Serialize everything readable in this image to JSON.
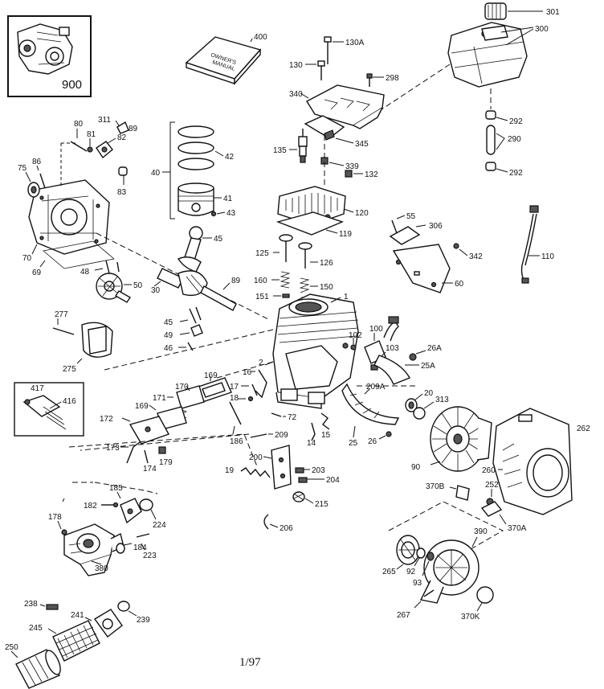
{
  "callouts": {
    "c900": "900",
    "c400": "400",
    "c130A": "130A",
    "c130": "130",
    "c298": "298",
    "c301": "301",
    "c300": "300",
    "c340": "340",
    "c345": "345",
    "c292a": "292",
    "c290": "290",
    "c292b": "292",
    "c80": "80",
    "c311": "311",
    "c81": "81",
    "c82": "82",
    "c75": "75",
    "c86": "86",
    "c83": "83",
    "c70": "70",
    "c69": "69",
    "c42": "42",
    "c40": "40",
    "c41": "41",
    "c43": "43",
    "c45a": "45",
    "c135": "135",
    "c339": "339",
    "c132": "132",
    "c120": "120",
    "c119": "119",
    "c125": "125",
    "c126": "126",
    "c160": "160",
    "c150": "150",
    "c151": "151",
    "c1": "1",
    "c55": "55",
    "c306": "306",
    "c342": "342",
    "c60": "60",
    "c110": "110",
    "c48": "48",
    "c50": "50",
    "c30": "30",
    "c89": "89",
    "c45b": "45",
    "c49": "49",
    "c46": "46",
    "c277": "277",
    "c275": "275",
    "c102": "102",
    "c100": "100",
    "c103": "103",
    "c26A": "26A",
    "c25A": "25A",
    "c417": "417",
    "c416": "416",
    "c169a": "169",
    "c170": "170",
    "c171": "171",
    "c169b": "169",
    "c172": "172",
    "c16": "16",
    "c17": "17",
    "c18": "18",
    "c2": "2",
    "c209A": "209A",
    "c20": "20",
    "c313": "313",
    "c186": "186",
    "c72": "72",
    "c14": "14",
    "c15": "15",
    "c25": "25",
    "c26": "26",
    "c262": "262",
    "c173": "173",
    "c174": "174",
    "c179": "179",
    "c209": "209",
    "c200": "200",
    "c203": "203",
    "c204": "204",
    "c19": "19",
    "c215": "215",
    "c90": "90",
    "c260": "260",
    "c370B": "370B",
    "c252": "252",
    "c370A": "370A",
    "c185": "185",
    "c182": "182",
    "c224": "224",
    "c206": "206",
    "c178": "178",
    "c184": "184",
    "c223": "223",
    "c380": "380",
    "c390": "390",
    "c265": "265",
    "c92": "92",
    "c93": "93",
    "c238": "238",
    "c241": "241",
    "c239": "239",
    "c245": "245",
    "c267": "267",
    "c370K": "370K",
    "c250": "250"
  },
  "book_label": {
    "line1": "OWNER'S",
    "line2": "MANUAL"
  },
  "page_code": "1/97"
}
